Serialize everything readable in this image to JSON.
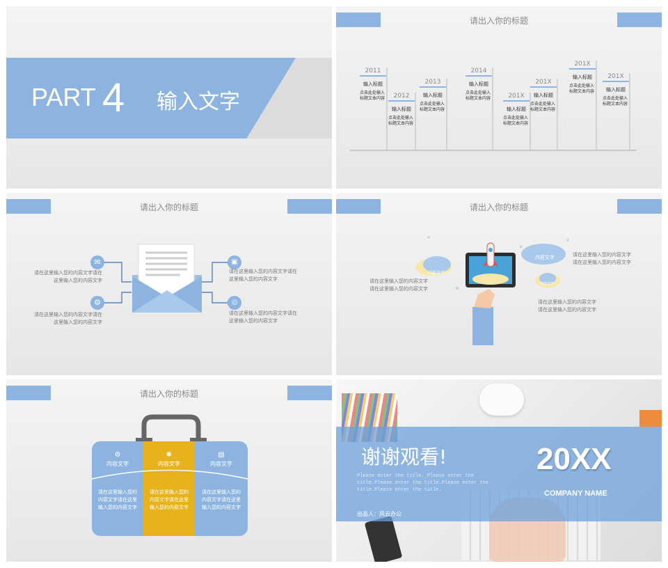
{
  "slide1": {
    "part_label": "PART",
    "part_number": "4",
    "title": "输入文字"
  },
  "slide2": {
    "title": "请出入你的标题",
    "items": [
      {
        "year": "2011",
        "heading": "输入标题",
        "text": "点击此处输入标题文本内容"
      },
      {
        "year": "2012",
        "heading": "输入标题",
        "text": "点击此处输入标题文本内容"
      },
      {
        "year": "2013",
        "heading": "输入标题",
        "text": "点击此处输入标题文本内容"
      },
      {
        "year": "2014",
        "heading": "输入标题",
        "text": "点击此处输入标题文本内容"
      },
      {
        "year": "201X",
        "heading": "输入标题",
        "text": "点击此处输入标题文本内容"
      },
      {
        "year": "201X",
        "heading": "输入标题",
        "text": "点击此处输入标题文本内容"
      },
      {
        "year": "201X",
        "heading": "输入标题",
        "text": "点击此处输入标题文本内容"
      },
      {
        "year": "201X",
        "heading": "输入标题",
        "text": "点击此处输入标题文本内容"
      }
    ]
  },
  "slide3": {
    "title": "请出入你的标题",
    "texts": [
      "请在这里输入您的内容文字请在这里输入您的内容文字",
      "请在这里输入您的内容文字请在这里输入您的内容文字",
      "请在这里输入您的内容文字请在这里输入您的内容文字",
      "请在这里输入您的内容文字请在这里输入您的内容文字"
    ]
  },
  "slide4": {
    "title": "请出入你的标题",
    "cloud_labels": [
      "内容文字",
      "内容文字",
      "内容文字"
    ],
    "texts": [
      "请在这里输入您的内容文字请在这里输入您的内容文字",
      "请在这里输入您的内容文字请在这里输入您的内容文字",
      "请在这里输入您的内容文字请在这里输入您的内容文字"
    ]
  },
  "slide5": {
    "title": "请出入你的标题",
    "columns": [
      {
        "label": "内容文字",
        "text": "请在这里输入您的内容文字请在这里输入您的内容文字"
      },
      {
        "label": "内容文字",
        "text": "请在这里输入您的内容文字请在这里输入您的内容文字"
      },
      {
        "label": "内容文字",
        "text": "请在这里输入您的内容文字请在这里输入您的内容文字"
      }
    ]
  },
  "slide6": {
    "thanks": "谢谢观看!",
    "year": "20XX",
    "company": "COMPANY NAME",
    "english_text": "Please enter the title. Please enter the title.Please enter the title.Please enter the title.Please enter the title.",
    "producer": "出品人：风云办公"
  },
  "colors": {
    "accent_blue": "#8db4e0",
    "accent_yellow": "#e8b21c",
    "dark_blue": "#3f6fa8"
  }
}
